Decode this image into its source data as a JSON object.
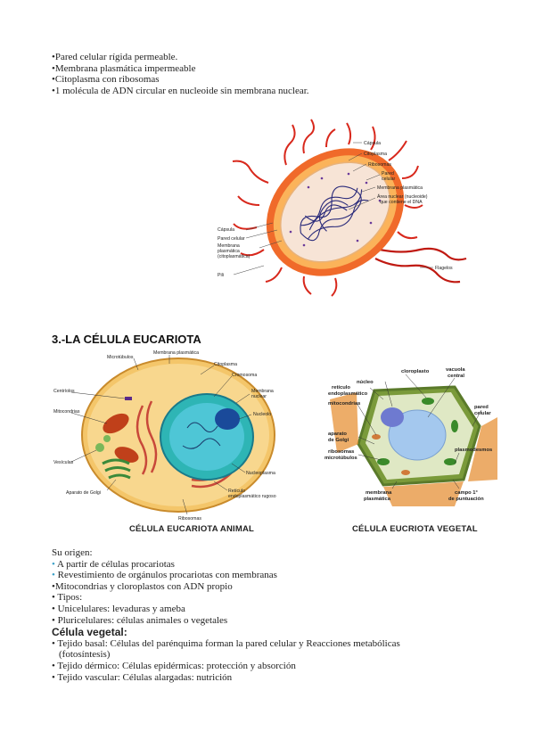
{
  "top_bullets": [
    "•Pared celular rígida permeable.",
    "•Membrana plasmática impermeable",
    "•Citoplasma con ribosomas",
    "•1 molécula de ADN circular en nucleoide sin membrana nuclear."
  ],
  "bacteria_labels": {
    "capsula_r": "Cápsula",
    "citoplasma": "Citoplasma",
    "ribosomas": "Ribosomas",
    "pared_celular_r1": "Pared",
    "pared_celular_r2": "celular",
    "membrana_plasmatica_r": "Membrana plasmática",
    "area_nuclear1": "Área nuclear (nucleoide)",
    "area_nuclear2": "que contiene el DNA",
    "capsula_l": "Cápsula",
    "pared_celular_l": "Pared celular",
    "membrana_l1": "Membrana",
    "membrana_l2": "plasmática",
    "membrana_l3": "(citoplasmática)",
    "pili": "Pili",
    "flagelos": "Flagelos"
  },
  "section_title": "3.-LA CÉLULA EUCARIOTA",
  "animal_labels": {
    "microtubulos": "Microtúbulos",
    "membrana_plasmatica": "Membrana plasmática",
    "citoplasma": "Citoplasma",
    "cromosoma": "Cromosoma",
    "membrana_nuclear1": "Membrana",
    "membrana_nuclear2": "nuclear",
    "nucleolo": "Nucleolo",
    "centriolos": "Centríolos",
    "mitocondrias": "Mitocondrias",
    "vesiculas": "Vesículas",
    "nucleoplasma": "Nucleoplasma",
    "aparato_golgi": "Aparato de Golgi",
    "reticulo1": "Retículo",
    "reticulo2": "endoplasmático rugoso",
    "ribosomas": "Ribosomas"
  },
  "plant_labels": {
    "nucleo": "núcleo",
    "cloroplasto": "cloroplasto",
    "vacuola1": "vacuola",
    "vacuola2": "central",
    "reticulo1": "retículo",
    "reticulo2": "endoplasmático",
    "mitocondrias": "mitocondrias",
    "pared1": "pared",
    "pared2": "celular",
    "aparato1": "aparato",
    "aparato2": "de Golgi",
    "ribosomas": "ribosomas",
    "microtubulos": "microtúbulos",
    "plasmodesmos": "plasmodesmos",
    "membrana1": "membrana",
    "membrana2": "plasmática",
    "campo1": "campo 1°",
    "campo2": "de puntuación"
  },
  "captions": {
    "animal": "CÉLULA EUCARIOTA ANIMAL",
    "plant": "CÉLULA EUCRIOTA VEGETAL"
  },
  "body": {
    "origen": "Su origen:",
    "b1": "A partir de células procariotas",
    "b2": "Revestimiento de orgánulos procariotas con membranas",
    "b3": "•Mitocondrias y cloroplastos con ADN propio",
    "b4": "• Tipos:",
    "b5": "• Unicelulares: levaduras y ameba",
    "b6": "• Pluricelulares: células animales o vegetales",
    "subhead": "Célula vegetal:",
    "v1a": "• Tejido basal: Células del parénquima forman la pared celular y Reacciones metabólicas",
    "v1b": "(fotosíntesis)",
    "v2": "• Tejido dérmico: Células epidérmicas: protección y absorción",
    "v3": "• Tejido vascular: Células alargadas: nutrición"
  }
}
